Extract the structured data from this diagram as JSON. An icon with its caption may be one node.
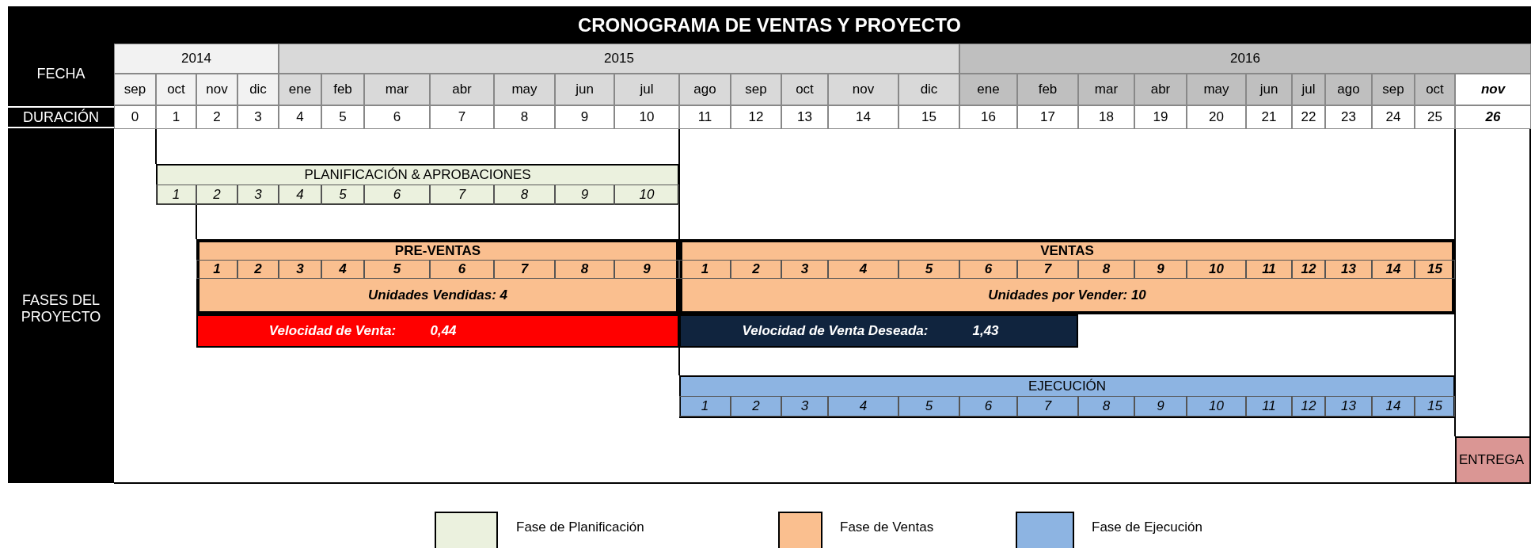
{
  "diagram": {
    "title": "CRONOGRAMA DE VENTAS Y PROYECTO",
    "nodes": [
      {
        "text": [
          "FECHA"
        ]
      },
      {
        "text": [
          "DURACIÓN"
        ]
      },
      {
        "text": [
          "FASES DEL PROYECTO"
        ]
      },
      {
        "text": [
          "2014"
        ]
      },
      {
        "text": [
          "2015"
        ]
      },
      {
        "text": [
          "2016"
        ]
      },
      {
        "text": [
          "PLANIFICACIÓN & APROBACIONES"
        ]
      },
      {
        "text": [
          "PRE-VENTAS",
          "Unidades Vendidas: 4"
        ]
      },
      {
        "text": [
          "VENTAS",
          "Unidades por Vender: 10"
        ]
      },
      {
        "text": [
          "Velocidad de Venta:",
          "0,44"
        ]
      },
      {
        "text": [
          "Velocidad de Venta Deseada:",
          "1,43"
        ]
      },
      {
        "text": [
          "EJECUCIÓN"
        ]
      },
      {
        "text": [
          "ENTREGA"
        ]
      }
    ],
    "labels": [
      "sep",
      "oct",
      "nov",
      "dic",
      "ene",
      "feb",
      "mar",
      "abr",
      "may",
      "jun",
      "jul",
      "ago",
      "sep",
      "oct",
      "nov",
      "dic",
      "ene",
      "feb",
      "mar",
      "abr",
      "may",
      "jun",
      "jul",
      "ago",
      "sep",
      "oct",
      "nov",
      "0",
      "1",
      "2",
      "3",
      "4",
      "5",
      "6",
      "7",
      "8",
      "9",
      "10",
      "11",
      "12",
      "13",
      "14",
      "15",
      "16",
      "17",
      "18",
      "19",
      "20",
      "21",
      "22",
      "23",
      "24",
      "25",
      "26",
      "1",
      "2",
      "3",
      "4",
      "5",
      "6",
      "7",
      "8",
      "9",
      "10",
      "1",
      "2",
      "3",
      "4",
      "5",
      "6",
      "7",
      "8",
      "9",
      "1",
      "2",
      "3",
      "4",
      "5",
      "6",
      "7",
      "8",
      "9",
      "10",
      "11",
      "12",
      "13",
      "14",
      "15",
      "1",
      "2",
      "3",
      "4",
      "5",
      "6",
      "7",
      "8",
      "9",
      "10",
      "11",
      "12",
      "13",
      "14",
      "15"
    ],
    "legend": [
      {
        "text": "Fase de Planificación",
        "color": "#ebf1de"
      },
      {
        "text": "Fase de Ventas",
        "color": "#fabf8f"
      },
      {
        "text": "Fase de Ejecución",
        "color": "#8db4e2"
      }
    ]
  }
}
